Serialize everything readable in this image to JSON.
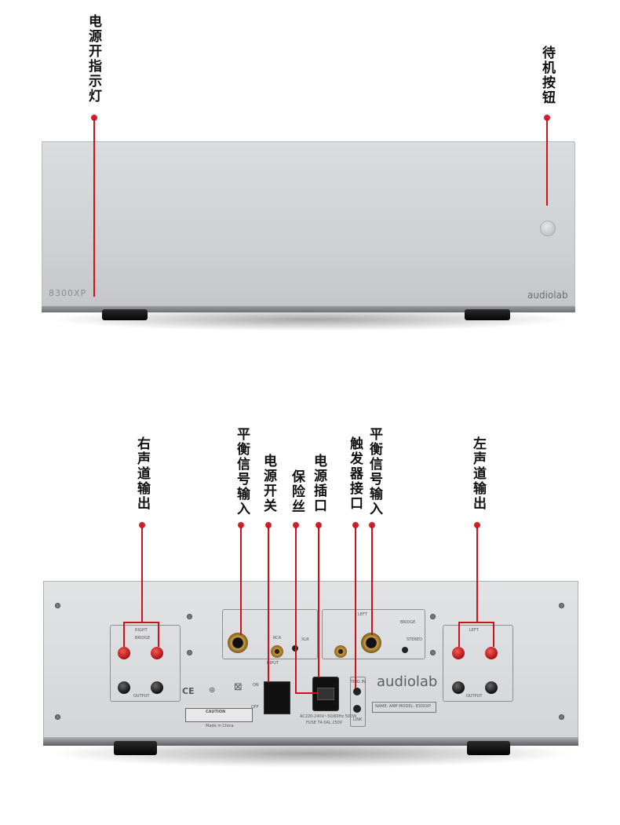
{
  "front": {
    "model_text": "8300XP",
    "brand_text": "audiolab",
    "labels": {
      "power_indicator": "电源开指示灯",
      "standby_button": "待机按钮"
    }
  },
  "rear": {
    "brand_text": "audiolab",
    "model_plate": "NAME: AMP   MODEL: 8300XP",
    "labels": {
      "right_output": "右声道输出",
      "balanced_input_right": "平衡信号输入",
      "power_switch": "电源开关",
      "fuse": "保险丝",
      "power_socket": "电源插口",
      "trigger_port": "触发器接口",
      "balanced_input_left": "平衡信号输入",
      "left_output": "左声道输出"
    },
    "panel_text": {
      "right": "RIGHT",
      "left": "LEFT",
      "output": "OUTPUT",
      "input": "INPUT",
      "bridge": "BRIDGE",
      "stereo": "STEREO",
      "rca": "RCA",
      "xlr": "XLR",
      "on": "ON",
      "off": "OFF",
      "trig_in": "TRIG IN",
      "link": "LINK",
      "caution": "CAUTION",
      "made_in": "Made in China",
      "ce": "CE",
      "ratings": "AC220-240V~50/60Hz 500W",
      "fuse_rating": "FUSE T4.0AL 250V"
    }
  },
  "colors": {
    "accent": "#d4202a",
    "chassis": "#d3d5d8"
  }
}
